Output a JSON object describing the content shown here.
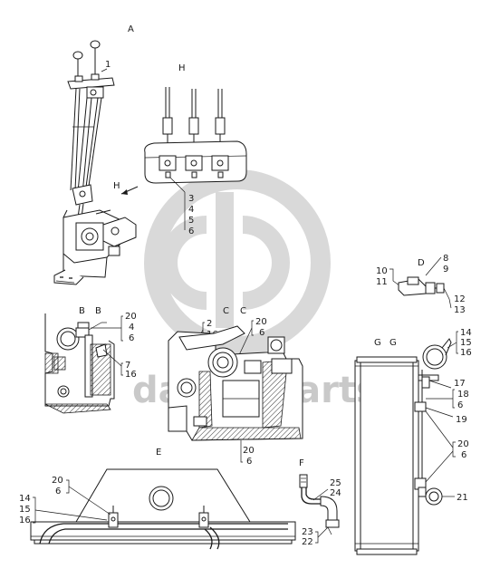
{
  "watermark": {
    "text": "dalian parts",
    "color": "#d2d2d2"
  },
  "views": {
    "A": "A",
    "H": "H",
    "H_arrow": "H",
    "D": "D",
    "BB_left": "B",
    "BB_right": "B",
    "CC_left": "C",
    "CC_right": "C",
    "GG_left": "G",
    "GG_right": "G",
    "E": "E",
    "F": "F"
  },
  "callouts": {
    "a_1": "1",
    "h_3": "3",
    "h_4": "4",
    "h_5": "5",
    "h_6": "6",
    "d_10": "10",
    "d_11": "11",
    "d_8": "8",
    "d_9": "9",
    "d_12": "12",
    "d_13": "13",
    "b_20": "20",
    "b_4": "4",
    "b_6": "6",
    "b_7": "7",
    "b_16": "16",
    "c_2": "2",
    "c_16": "16",
    "c_20": "20",
    "c_6": "6",
    "c_20b": "20",
    "c_6b": "6",
    "g_14": "14",
    "g_15": "15",
    "g_16": "16",
    "g_17": "17",
    "g_18": "18",
    "g_6": "6",
    "g_19": "19",
    "g_20": "20",
    "g_6b": "6",
    "g_21": "21",
    "e_20": "20",
    "e_6": "6",
    "e_14": "14",
    "e_15": "15",
    "e_16": "16",
    "f_25": "25",
    "f_24": "24",
    "f_23": "23",
    "f_22": "22"
  }
}
